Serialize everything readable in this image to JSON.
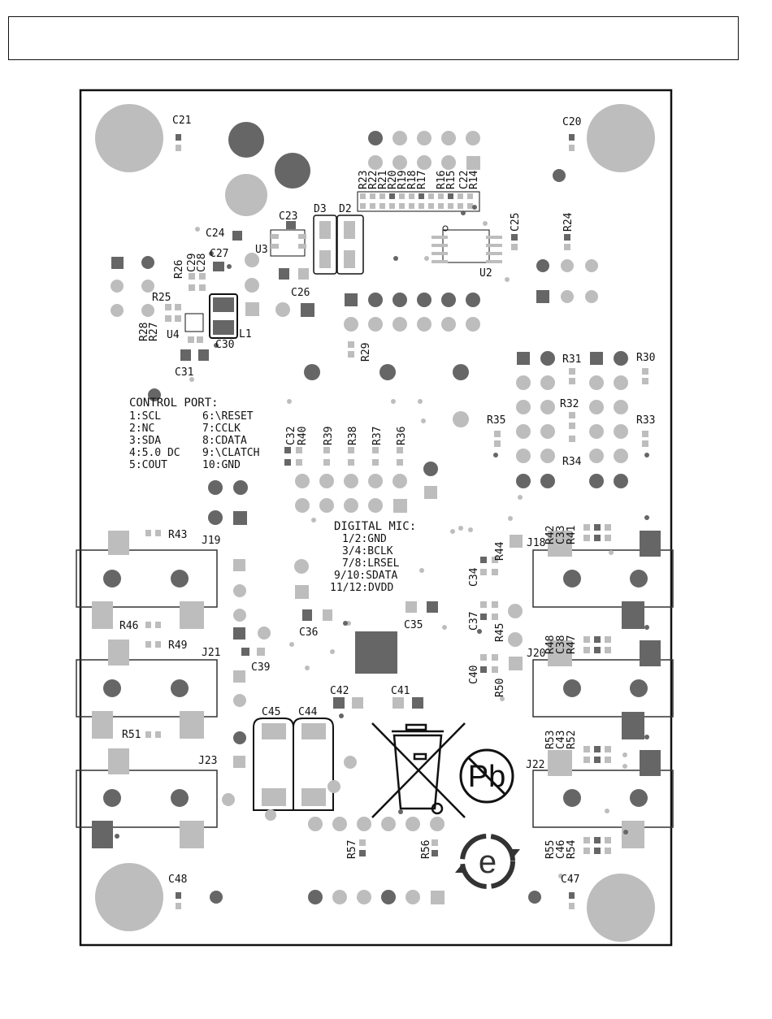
{
  "header": {
    "title": ""
  },
  "colors": {
    "copper_dark": "#666666",
    "copper_light": "#bdbdbd",
    "silk": "#111111",
    "board_bg": "#ffffff"
  },
  "labels": {
    "C21": "C21",
    "C20": "C20",
    "C23": "C23",
    "C24": "C24",
    "U3": "U3",
    "D3": "D3",
    "D2": "D2",
    "R23": "R23",
    "R22": "R22",
    "R21": "R21",
    "R20": "R20",
    "R19": "R19",
    "R18": "R18",
    "R17": "R17",
    "R16": "R16",
    "R15": "R15",
    "C22": "C22",
    "R14": "R14",
    "C25": "C25",
    "R24": "R24",
    "U2": "U2",
    "R26": "R26",
    "C29": "C29",
    "C28": "C28",
    "C27": "C27",
    "C26": "C26",
    "R25": "R25",
    "R28": "R28",
    "R27": "R27",
    "U4": "U4",
    "L1": "L1",
    "C30": "C30",
    "C31": "C31",
    "R29": "R29",
    "R31": "R31",
    "R30": "R30",
    "R32": "R32",
    "R33": "R33",
    "R34": "R34",
    "R35": "R35",
    "C32": "C32",
    "R40": "R40",
    "R39": "R39",
    "R38": "R38",
    "R37": "R37",
    "R36": "R36",
    "R43": "R43",
    "J19": "J19",
    "J18": "J18",
    "R42": "R42",
    "C33": "C33",
    "R41": "R41",
    "C34": "C34",
    "R44": "R44",
    "C37": "C37",
    "R45": "R45",
    "C40": "C40",
    "R50": "R50",
    "R46": "R46",
    "R49": "R49",
    "J21": "J21",
    "C36": "C36",
    "C35": "C35",
    "C39": "C39",
    "R48": "R48",
    "C38": "C38",
    "R47": "R47",
    "J20": "J20",
    "C42": "C42",
    "C41": "C41",
    "C45": "C45",
    "C44": "C44",
    "R51": "R51",
    "J23": "J23",
    "R53": "R53",
    "C43": "C43",
    "R52": "R52",
    "J22": "J22",
    "R55": "R55",
    "C46": "C46",
    "R54": "R54",
    "R57": "R57",
    "R56": "R56",
    "C48": "C48",
    "C47": "C47"
  },
  "control_port": {
    "heading": "CONTROL PORT:",
    "left": [
      "1:SCL",
      "2:NC",
      "3:SDA",
      "4:5.0 DC",
      "5:COUT"
    ],
    "right": [
      "6:\\RESET",
      "7:CCLK",
      "8:CDATA",
      "9:\\CLATCH",
      "10:GND"
    ]
  },
  "digital_mic": {
    "heading": "DIGITAL MIC:",
    "lines": [
      "1/2:GND",
      "3/4:BCLK",
      "7/8:LRSEL",
      "9/10:SDATA",
      "11/12:DVDD"
    ]
  },
  "logos": {
    "pb_text": "Pb",
    "e_text": "e"
  }
}
